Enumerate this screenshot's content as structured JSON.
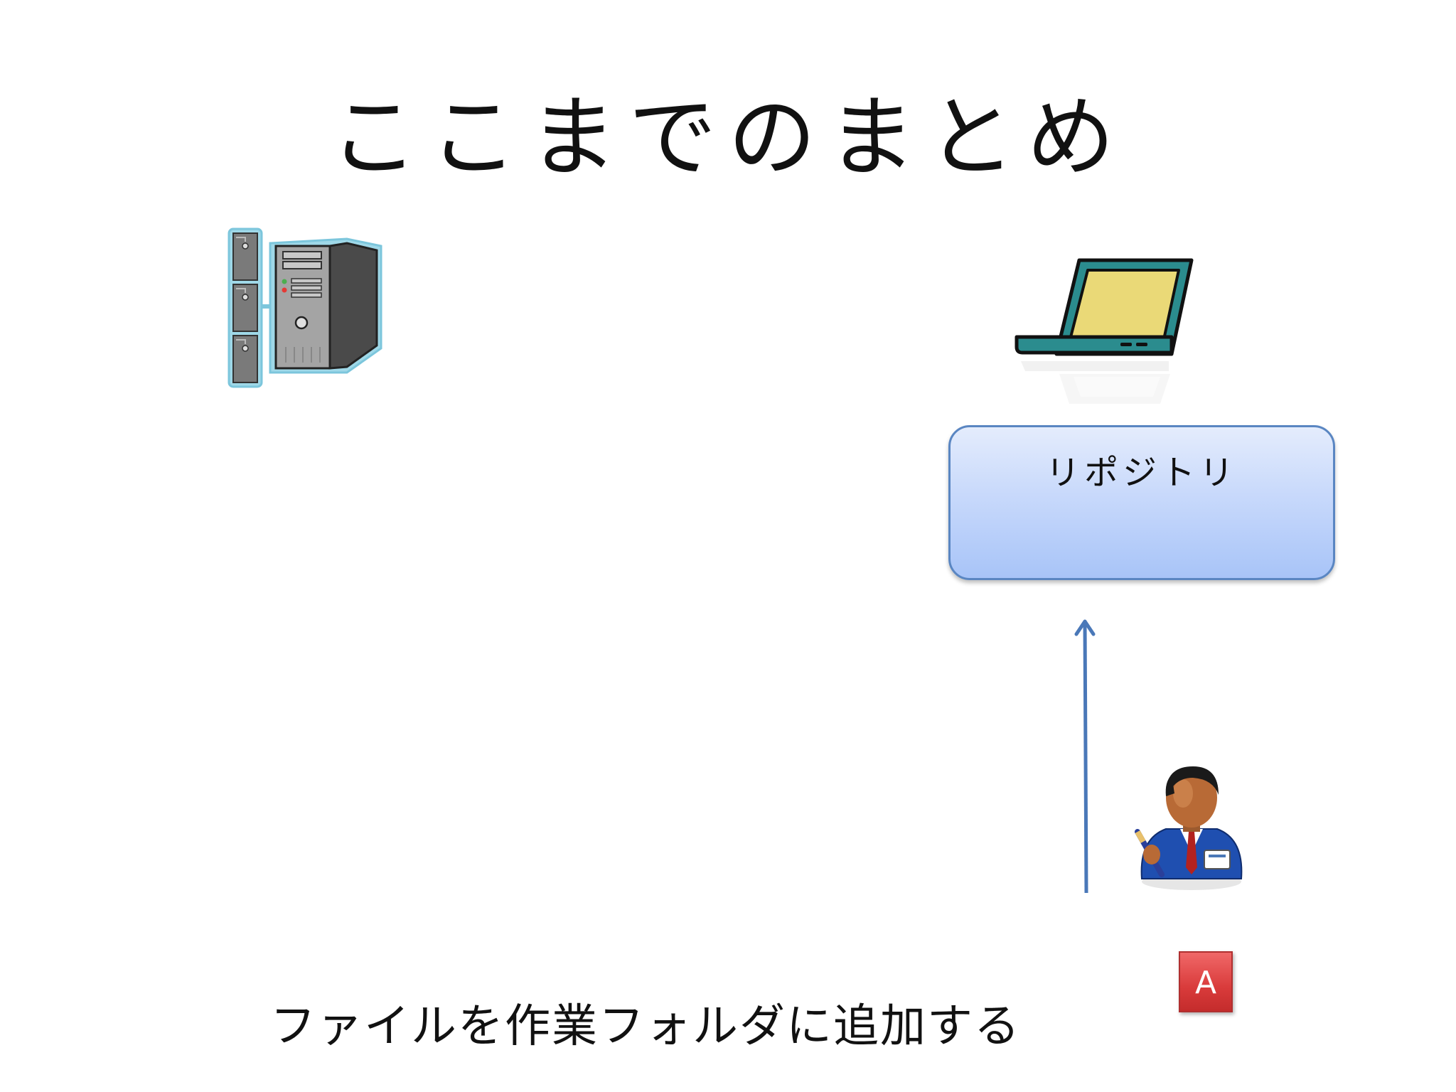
{
  "slide": {
    "title": "ここまでのまとめ",
    "repository_label": "リポジトリ",
    "file_badge_label": "A",
    "caption": "ファイルを作業フォルダに追加する"
  },
  "icons": {
    "server": "server-icon",
    "laptop": "laptop-icon",
    "user": "user-icon",
    "arrow": "arrow-up-icon"
  },
  "colors": {
    "repo_border": "#5a86c2",
    "repo_fill_top": "#e4ecfc",
    "repo_fill_bottom": "#a8c4f8",
    "arrow": "#4a78b8",
    "badge_fill": "#d93b3b",
    "laptop_body": "#2b8c8e",
    "laptop_screen": "#ead977"
  }
}
